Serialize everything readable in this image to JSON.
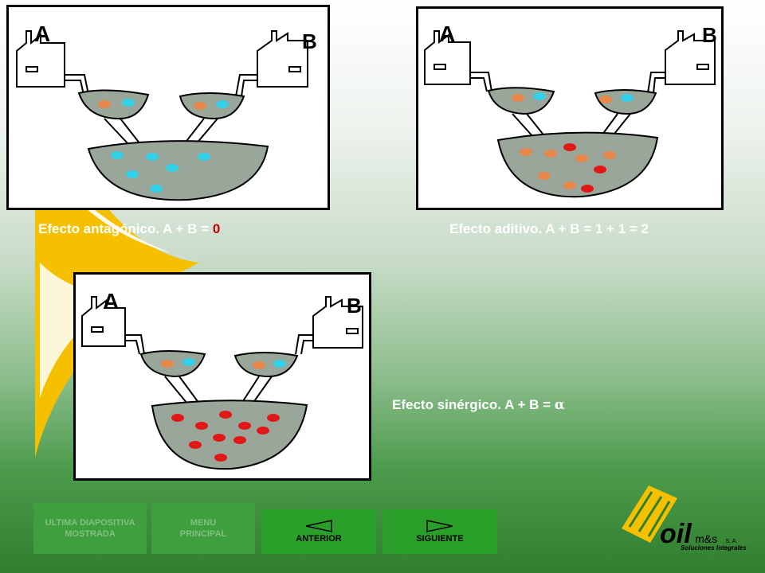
{
  "panels": {
    "antagonistic": {
      "label_a": "A",
      "label_b": "B",
      "caption_text": "Efecto antagónico.  A + B =",
      "caption_value": "0"
    },
    "additive": {
      "label_a": "A",
      "label_b": "B",
      "caption_text": "Efecto aditivo.  A + B = 1 + 1 = 2"
    },
    "synergistic": {
      "label_a": "A",
      "label_b": "B",
      "caption_text": "Efecto sinérgico.  A + B =",
      "caption_symbol": "α"
    }
  },
  "nav": {
    "last_slide": [
      "ULTIMA DIAPOSITIVA",
      "MOSTRADA"
    ],
    "main_menu": [
      "MENU",
      "PRINCIPAL"
    ],
    "previous": "ANTERIOR",
    "next": "SIGUIENTE"
  },
  "logo": {
    "brand": "oil",
    "company": "m&s",
    "suffix": "S. A.",
    "tagline": "Soluciones Integrales"
  },
  "colors": {
    "swoosh": "#f5c000",
    "fish_orange": "#e8874a",
    "fish_cyan": "#33d0e8",
    "fish_red": "#e01818",
    "water": "#9aa69a",
    "button_active": "#2aa02a",
    "caption_zero": "#cc0000"
  }
}
